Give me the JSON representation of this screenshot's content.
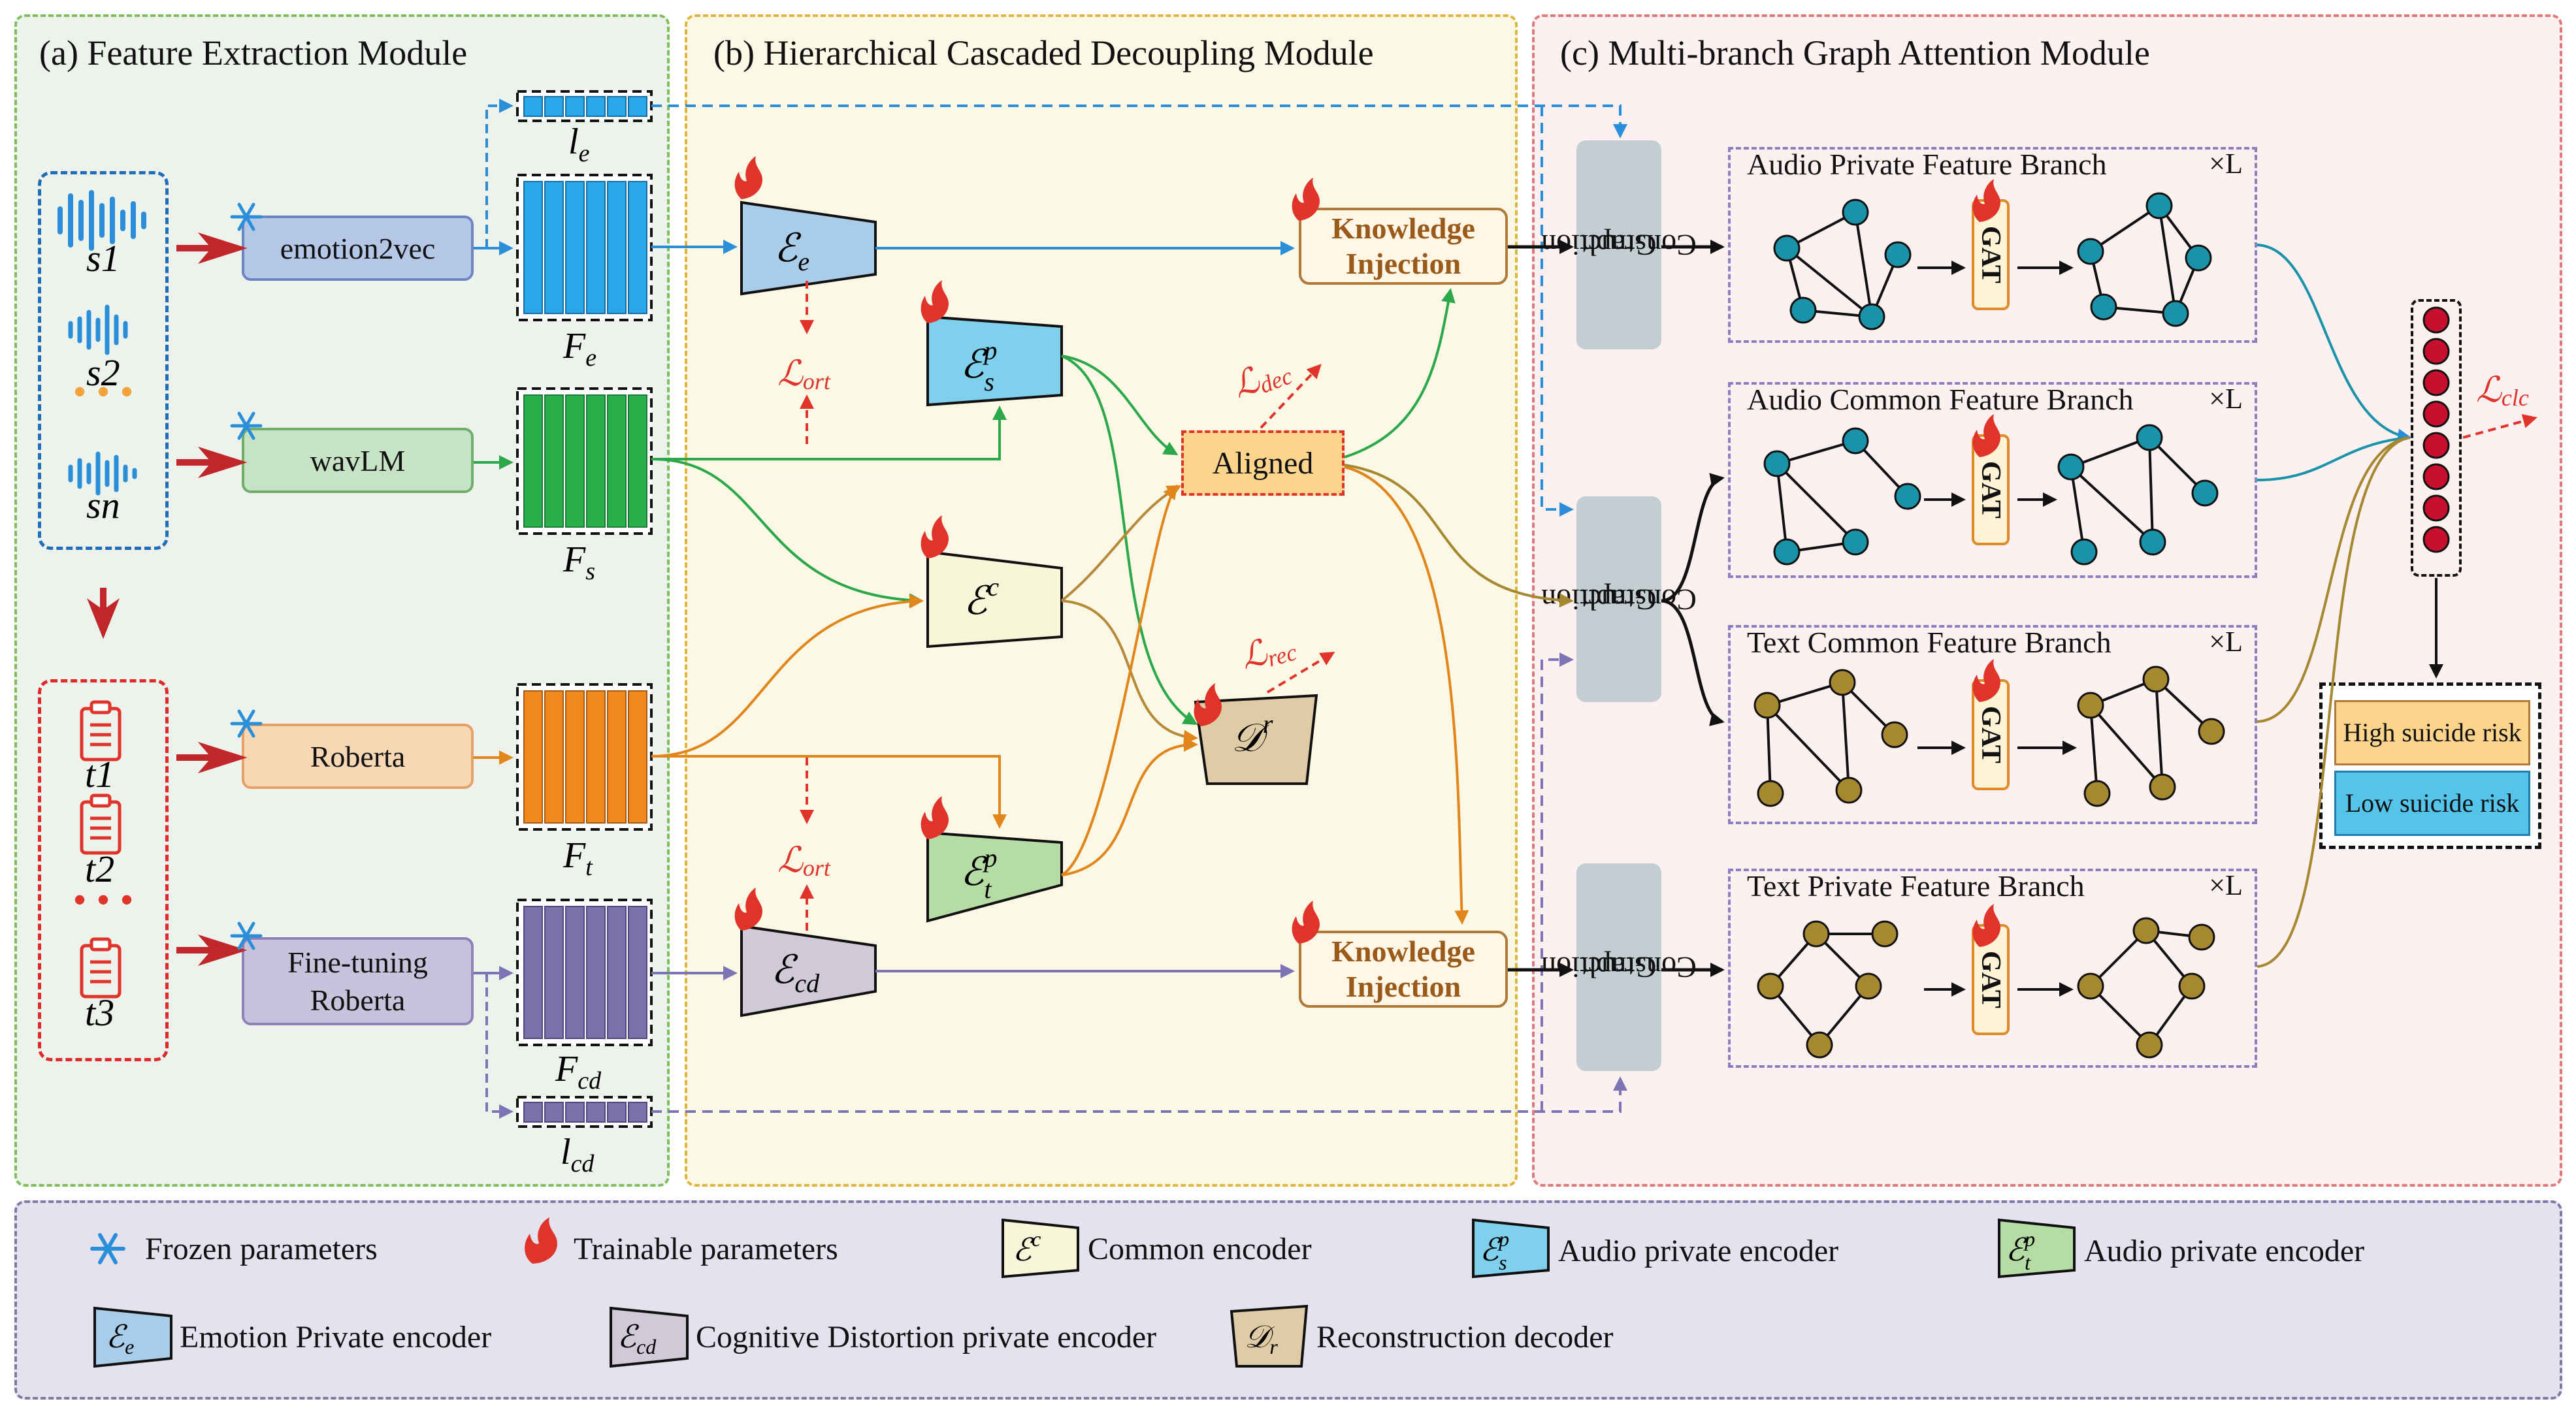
{
  "modules": {
    "a_title": "(a) Feature Extraction Module",
    "b_title": "(b) Hierarchical Cascaded Decoupling Module",
    "c_title": "(c) Multi-branch Graph Attention Module"
  },
  "inputs": {
    "audio": [
      "s1",
      "s2",
      "sn"
    ],
    "text": [
      "t1",
      "t2",
      "t3"
    ]
  },
  "encoders": {
    "emotion": "emotion2vec",
    "wavlm": "wavLM",
    "roberta": "Roberta",
    "finetune_line1": "Fine-tuning",
    "finetune_line2": "Roberta"
  },
  "features": {
    "le": "l",
    "le_sub": "e",
    "Fe": "F",
    "Fe_sub": "e",
    "Fs": "F",
    "Fs_sub": "s",
    "Ft": "F",
    "Ft_sub": "t",
    "Fcd": "F",
    "Fcd_sub": "cd",
    "lcd": "l",
    "lcd_sub": "cd"
  },
  "decoupling": {
    "knowledge_line1": "Knowledge",
    "knowledge_line2": "Injection",
    "aligned": "Aligned",
    "E": "ℰ",
    "D": "𝒟",
    "L": "ℒ",
    "e_sub": "e",
    "cd_sub": "cd",
    "p_sup": "p",
    "s_sub": "s",
    "t_sub": "t",
    "c_sup": "c",
    "r_sup": "r",
    "r_sub": "r",
    "ort_sub": "ort",
    "dec_sub": "dec",
    "rec_sub": "rec",
    "clc_sub": "clc"
  },
  "graph": {
    "construction_line1": "Graph",
    "construction_line2": "Construction",
    "gat": "GAT",
    "times_l": "×L",
    "branches": [
      "Audio Private Feature Branch",
      "Audio Common Feature Branch",
      "Text Common Feature Branch",
      "Text Private Feature Branch"
    ]
  },
  "risk": {
    "high": "High suicide risk",
    "low": "Low suicide risk"
  },
  "legend": {
    "frozen": "Frozen parameters",
    "trainable": "Trainable parameters",
    "common": "Common encoder",
    "audio_private_s": "Audio private encoder",
    "audio_private_t": "Audio private encoder",
    "emotion_private": "Emotion Private encoder",
    "cd_private": "Cognitive Distortion private encoder",
    "recon": "Reconstruction decoder"
  },
  "colors": {
    "audio_node": "#1a93a8",
    "text_node": "#a5882f",
    "emotion_arrow": "#2a8fd8",
    "wavlm_arrow": "#2aa84a",
    "roberta_arrow": "#e0861a",
    "cd_arrow": "#7d74b5",
    "loss_red": "#e0342a",
    "injection_brown": "#b07a3a"
  }
}
